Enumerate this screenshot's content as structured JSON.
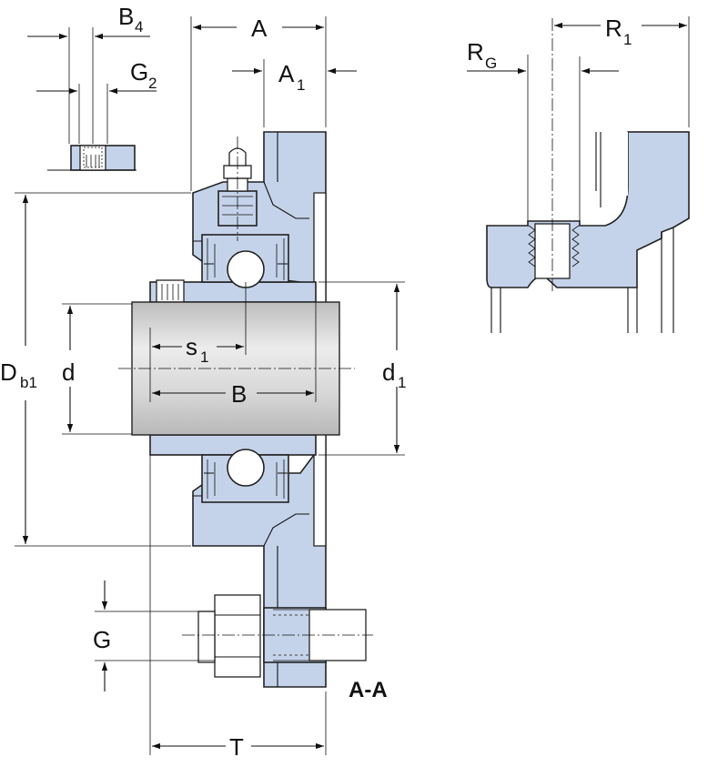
{
  "labels": {
    "B4": {
      "main": "B",
      "sub": "4"
    },
    "G2": {
      "main": "G",
      "sub": "2"
    },
    "A": {
      "main": "A"
    },
    "A1": {
      "main": "A",
      "sub": "1"
    },
    "RG": {
      "main": "R",
      "sub": "G"
    },
    "R1": {
      "main": "R",
      "sub": "1"
    },
    "Db1": {
      "main": "D",
      "sub": "b1"
    },
    "d": {
      "main": "d"
    },
    "s1": {
      "main": "s",
      "sub": "1"
    },
    "B": {
      "main": "B"
    },
    "d1": {
      "main": "d",
      "sub": "1"
    },
    "G": {
      "main": "G"
    },
    "T": {
      "main": "T"
    }
  },
  "section_label": "A-A",
  "colors": {
    "housing_fill": "#c5d3ea",
    "shaft_fill": "#d9d9d9",
    "line": "#111111"
  }
}
